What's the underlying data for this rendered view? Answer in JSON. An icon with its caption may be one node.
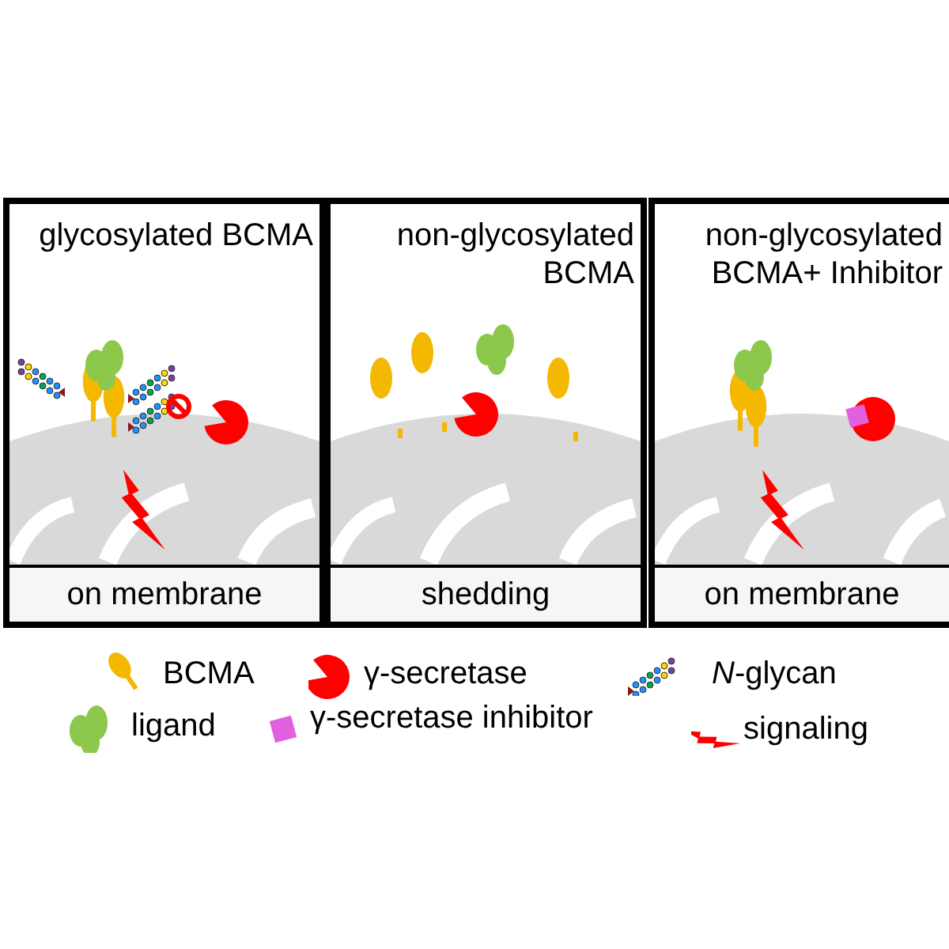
{
  "diagram": {
    "nodes": [
      {
        "text": [
          "glycosylated BCMA",
          "on membrane"
        ]
      },
      {
        "text": [
          "non-glycosylated BCMA",
          "shedding"
        ]
      },
      {
        "text": [
          "non-glycosylated BCMA+ Inhibitor",
          "on membrane"
        ]
      }
    ],
    "legend": [
      {
        "text": "BCMA"
      },
      {
        "text": "γ-secretase"
      },
      {
        "text": "*N*-glycan"
      },
      {
        "text": "ligand"
      },
      {
        "text": "γ-secretase inhibitor"
      },
      {
        "text": "signaling"
      }
    ]
  }
}
